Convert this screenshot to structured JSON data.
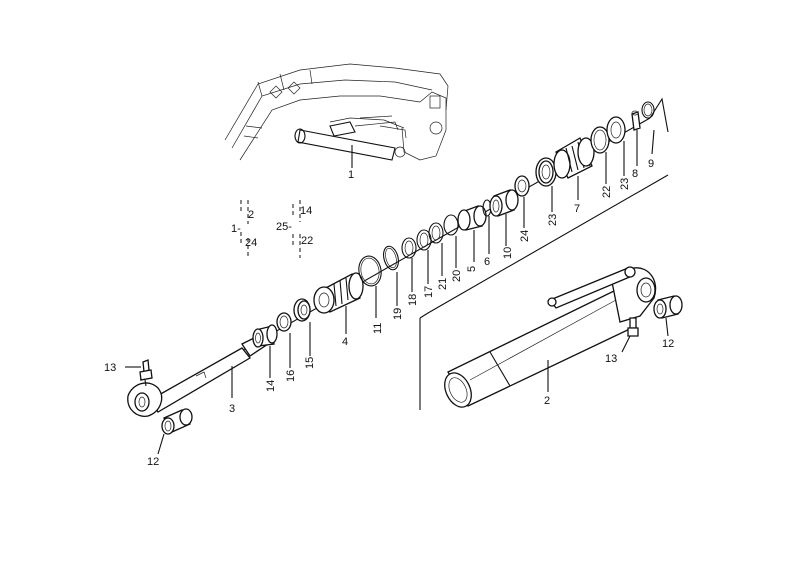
{
  "diagram": {
    "callouts": {
      "c1": "1",
      "c2": "2",
      "c3": "3",
      "c4": "4",
      "c5": "5",
      "c6": "6",
      "c7": "7",
      "c8": "8",
      "c9": "9",
      "c10": "10",
      "c11": "11",
      "c12a": "12",
      "c12b": "12",
      "c13a": "13",
      "c13b": "13",
      "c14": "14",
      "c15": "15",
      "c16": "16",
      "c17": "17",
      "c18": "18",
      "c19": "19",
      "c20": "20",
      "c21": "21",
      "c22": "22",
      "c23a": "23",
      "c23b": "23",
      "c24": "24"
    },
    "assembly_groups": {
      "g1_parent": "1-",
      "g1_top": "2",
      "g1_bottom": "24",
      "g2_parent": "25-",
      "g2_top": "14",
      "g2_bottom": "22"
    }
  }
}
